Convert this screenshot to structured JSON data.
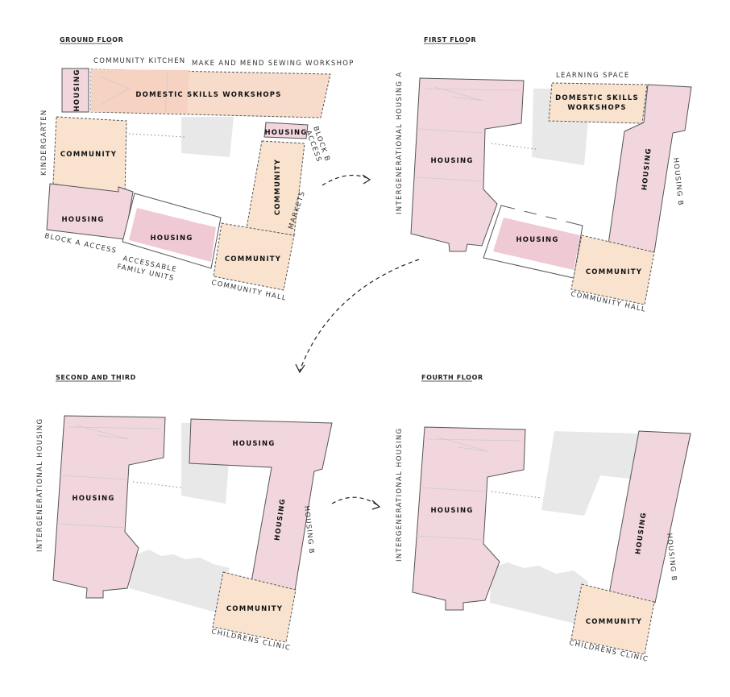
{
  "panels": {
    "ground": {
      "title": "GROUND FLOOR",
      "labels": {
        "community_kitchen": "COMMUNITY KITCHEN",
        "sewing_workshop": "MAKE AND MEND SEWING WORKSHOP",
        "kindergarten": "KINDERGARTEN",
        "block_b_access_1": "BLOCK B",
        "block_b_access_2": "ACCESS",
        "markets": "MARKETS",
        "block_a_access": "BLOCK A ACCESS",
        "accessable_1": "ACCESSABLE",
        "accessable_2": "FAMILY UNITS",
        "community_hall": "COMMUNITY HALL"
      },
      "blocks": {
        "housing_nw": "HOUSING",
        "domestic_workshops": "DOMESTIC SKILLS WORKSHOPS",
        "housing_ne": "HOUSING",
        "community_w": "COMMUNITY",
        "community_e": "COMMUNITY",
        "housing_sw": "HOUSING",
        "housing_s": "HOUSING",
        "community_se": "COMMUNITY"
      }
    },
    "first": {
      "title": "FIRST FLOOR",
      "labels": {
        "learning_space": "LEARNING SPACE",
        "housing_a": "INTERGENERATIONAL HOUSING A",
        "housing_b": "HOUSING B",
        "community_hall": "COMMUNITY HALL"
      },
      "blocks": {
        "housing_w": "HOUSING",
        "domestic_1": "DOMESTIC SKILLS",
        "domestic_2": "WORKSHOPS",
        "housing_e": "HOUSING",
        "housing_s": "HOUSING",
        "community": "COMMUNITY"
      }
    },
    "second": {
      "title": "SECOND AND THIRD",
      "labels": {
        "intergen": "INTERGENERATIONAL HOUSING",
        "housing_b": "HOUSING B",
        "childrens_clinic": "CHILDRENS CLINIC"
      },
      "blocks": {
        "housing_w": "HOUSING",
        "housing_n": "HOUSING",
        "housing_e": "HOUSING",
        "community": "COMMUNITY"
      }
    },
    "fourth": {
      "title": "FOURTH FLOOR",
      "labels": {
        "intergen": "INTERGENERATIONAL HOUSING",
        "housing_b": "HOUSING B",
        "childrens_clinic": "CHILDRENS CLINIC"
      },
      "blocks": {
        "housing_w": "HOUSING",
        "housing_e": "HOUSING",
        "community": "COMMUNITY"
      }
    }
  },
  "colors": {
    "housing": "#f2d6dd",
    "community": "#f9e3cf",
    "void": "#e8e8e8"
  }
}
